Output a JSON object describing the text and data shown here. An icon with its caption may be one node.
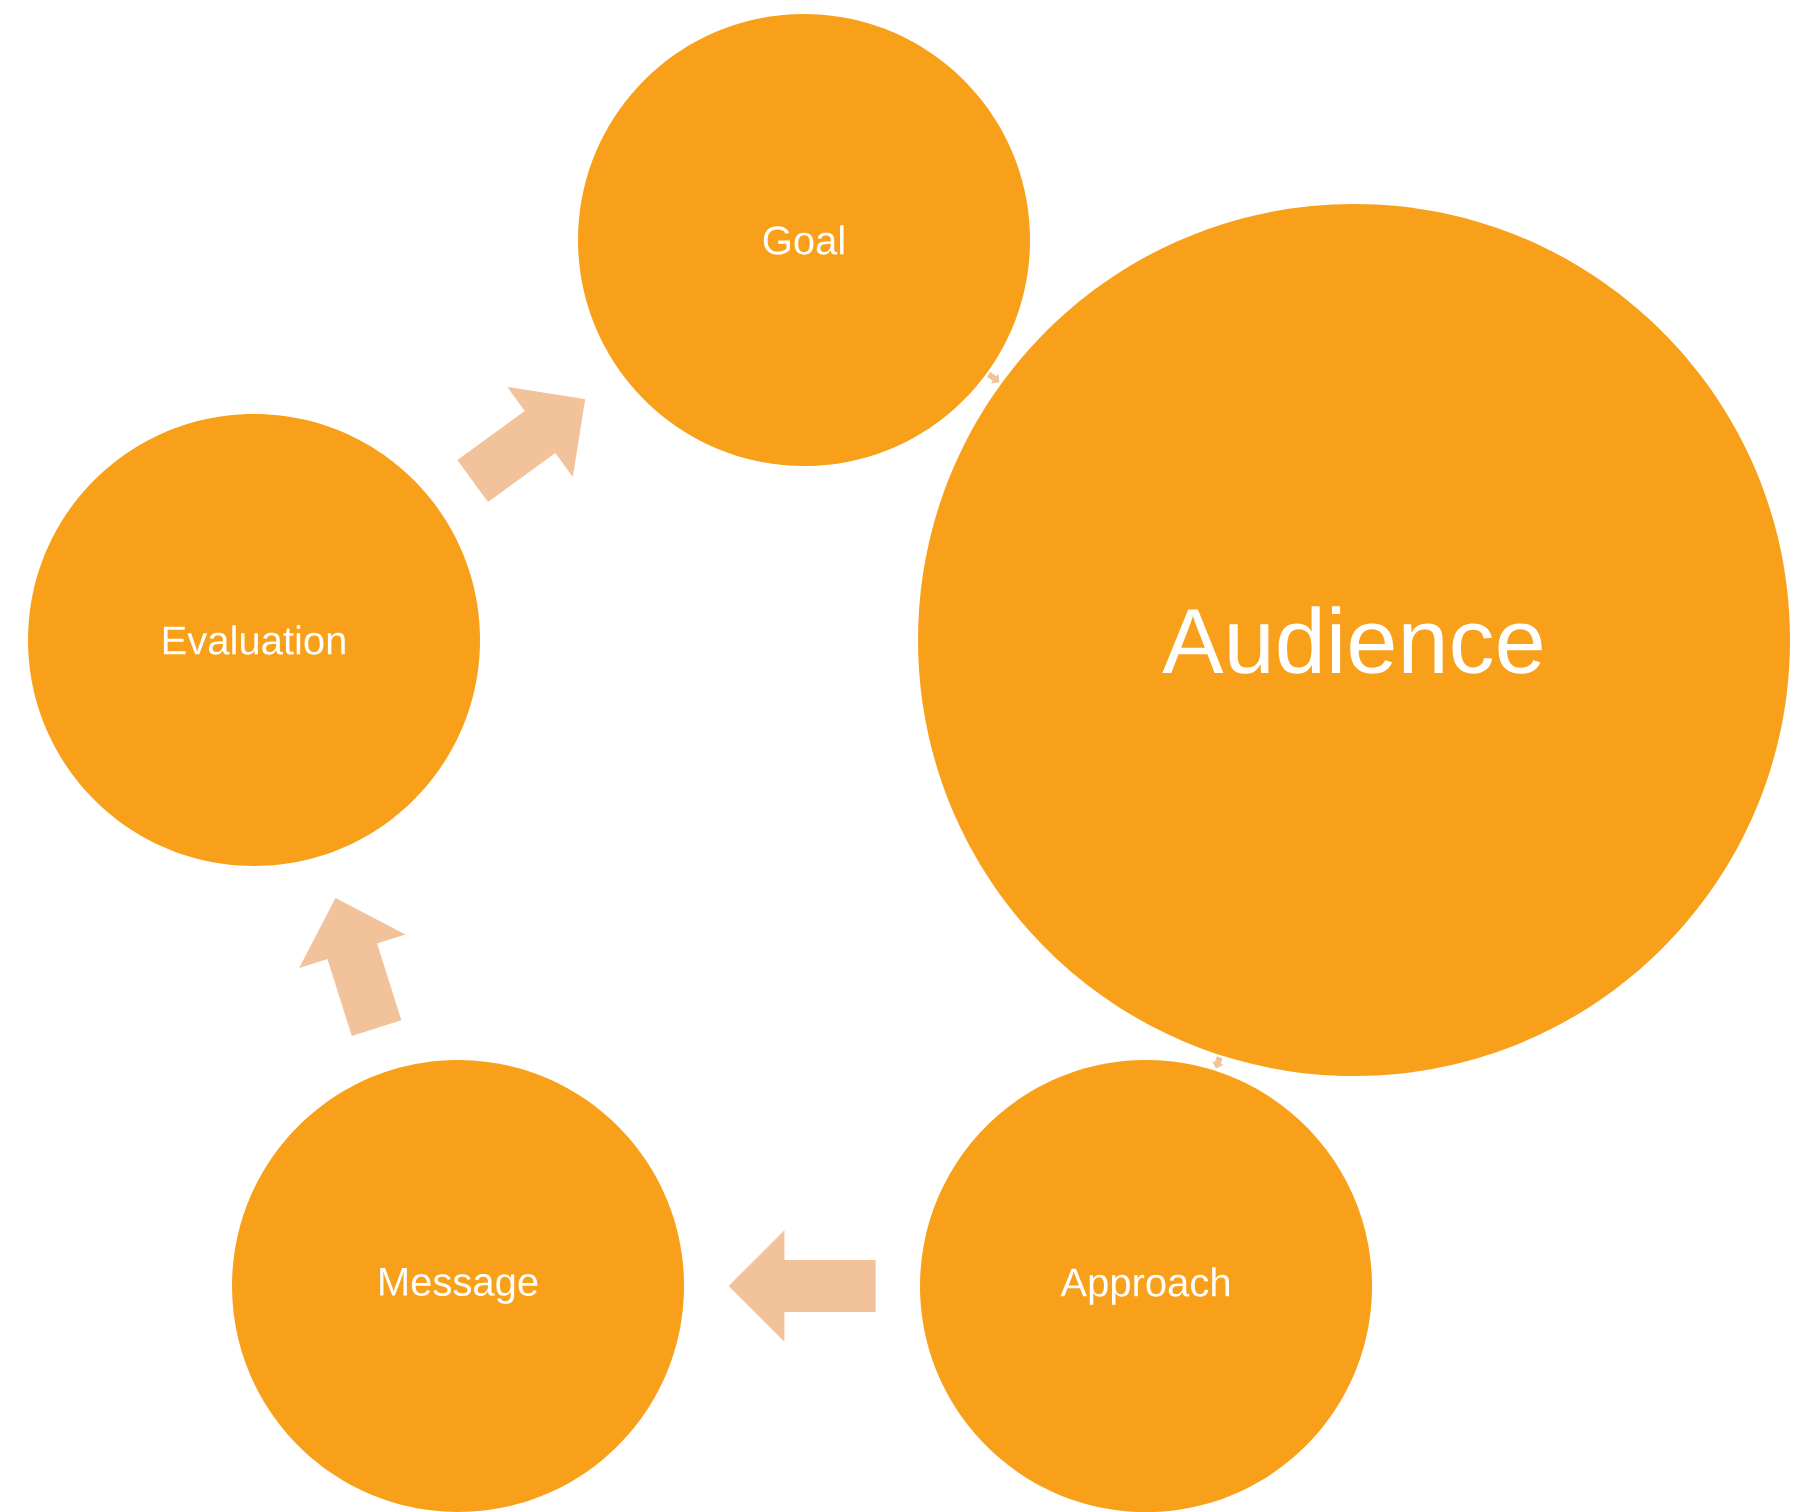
{
  "diagram": {
    "nodes": [
      {
        "text": [
          "Goal"
        ]
      },
      {
        "text": [
          "Audience"
        ]
      },
      {
        "text": [
          "Approach"
        ]
      },
      {
        "text": [
          "Message"
        ]
      },
      {
        "text": [
          "Evaluation"
        ]
      }
    ],
    "edges": [
      {
        "from": 0,
        "to": 1,
        "arrow": "to"
      },
      {
        "from": 1,
        "to": 2,
        "arrow": "to"
      },
      {
        "from": 2,
        "to": 3,
        "arrow": "to"
      },
      {
        "from": 3,
        "to": 4,
        "arrow": "to"
      },
      {
        "from": 4,
        "to": 0,
        "arrow": "to"
      }
    ]
  }
}
